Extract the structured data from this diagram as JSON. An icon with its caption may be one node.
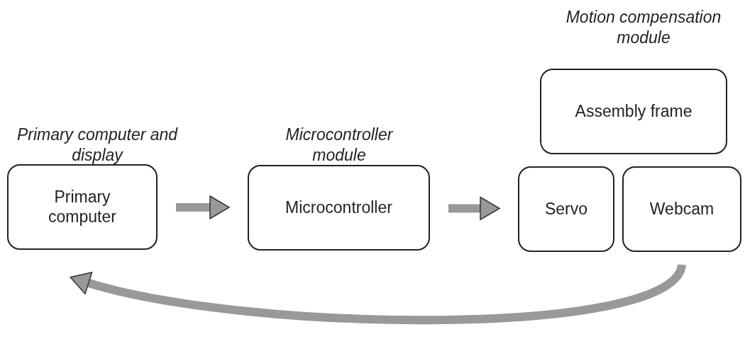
{
  "diagram": {
    "nodes": [
      {
        "text": [
          "Primary computer"
        ]
      },
      {
        "text": [
          "Microcontroller"
        ]
      },
      {
        "text": [
          "Assembly frame"
        ]
      },
      {
        "text": [
          "Servo"
        ]
      },
      {
        "text": [
          "Webcam"
        ]
      }
    ],
    "edges": [
      {
        "from": 0,
        "to": 1,
        "arrow": "to"
      },
      {
        "from": 1,
        "to": 3,
        "arrow": "to"
      },
      {
        "from": 4,
        "to": 0,
        "arrow": "to"
      }
    ],
    "labels": [
      "Motion compensation module",
      "Primary computer and display",
      "Microcontroller module"
    ]
  }
}
